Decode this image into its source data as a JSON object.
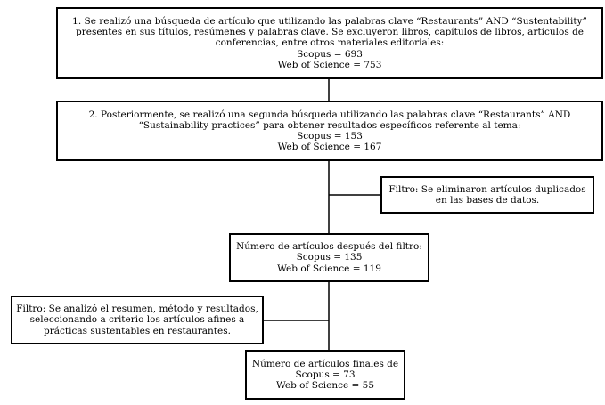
{
  "boxes": {
    "step1": {
      "lines": [
        "1. Se realizó una búsqueda de artículo que utilizando las palabras clave “Restaurants” AND “Sustentability”",
        "presentes en sus títulos, resúmenes y palabras clave. Se excluyeron libros, capítulos de libros, artículos de",
        "conferencias, entre otros materiales editoriales:",
        "Scopus = 693",
        "Web of Science = 753"
      ]
    },
    "step2": {
      "lines": [
        "2. Posteriormente, se realizó una segunda búsqueda utilizando las palabras clave “Restaurants” AND",
        "“Sustainability practices” para obtener resultados específicos referente al tema:",
        "Scopus = 153",
        "Web of Science = 167"
      ]
    },
    "filter1": {
      "lines": [
        "Filtro: Se eliminaron artículos duplicados",
        "en las bases de datos."
      ]
    },
    "after_filter": {
      "lines": [
        "Número de artículos después del filtro:",
        "Scopus = 135",
        "Web of Science = 119"
      ]
    },
    "filter2": {
      "lines": [
        "Filtro: Se analizó el resumen, método y resultados,",
        "seleccionando a criterio los artículos afines a",
        "prácticas sustentables en restaurantes."
      ]
    },
    "final": {
      "lines": [
        "Número de artículos finales de",
        "Scopus = 73",
        "Web of Science = 55"
      ]
    }
  },
  "colors": {
    "stroke": "#000000",
    "background": "#ffffff",
    "text": "#000000"
  }
}
